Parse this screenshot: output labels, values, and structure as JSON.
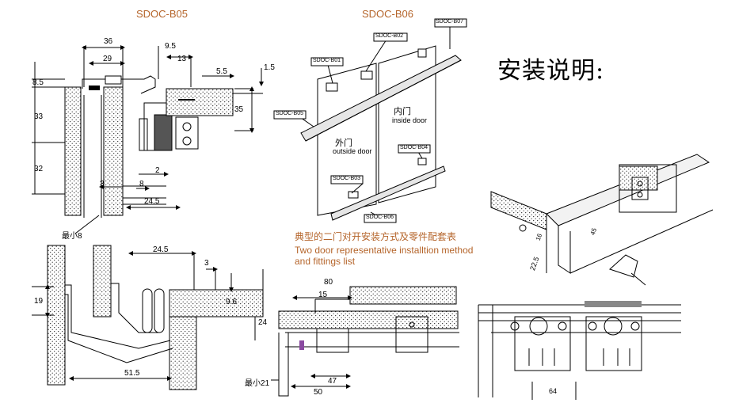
{
  "titles": {
    "left_model": "SDOC-B05",
    "mid_model": "SDOC-B06",
    "install_heading": "安装说明:"
  },
  "caption": {
    "cn": "典型的二门对开安装方式及零件配套表",
    "en_line1": "Two door representative installtion method",
    "en_line2": "and fittings list"
  },
  "part_tags": [
    "SDOC-B07",
    "SDOC-B02",
    "SDOC-B01",
    "SDOC-B05",
    "SDOC-B04",
    "SDOC-B03",
    "SDOC-B06"
  ],
  "door_labels": {
    "inner_cn": "内门",
    "inner_en": "inside door",
    "outer_cn": "外门",
    "outer_en": "outside door"
  },
  "dims_top_left": [
    "36",
    "29",
    "9.5",
    "13",
    "5.5",
    "1.5",
    "8.5",
    "33",
    "35",
    "32",
    "2",
    "3",
    "8",
    "24.5",
    "最小8"
  ],
  "dims_bottom_left": [
    "24.5",
    "3",
    "19",
    "9.6",
    "24",
    "51.5"
  ],
  "dims_bottom_mid": [
    "80",
    "15",
    "最小21",
    "47",
    "50"
  ],
  "dims_right": [
    "64",
    "22.5",
    "16",
    "45"
  ]
}
